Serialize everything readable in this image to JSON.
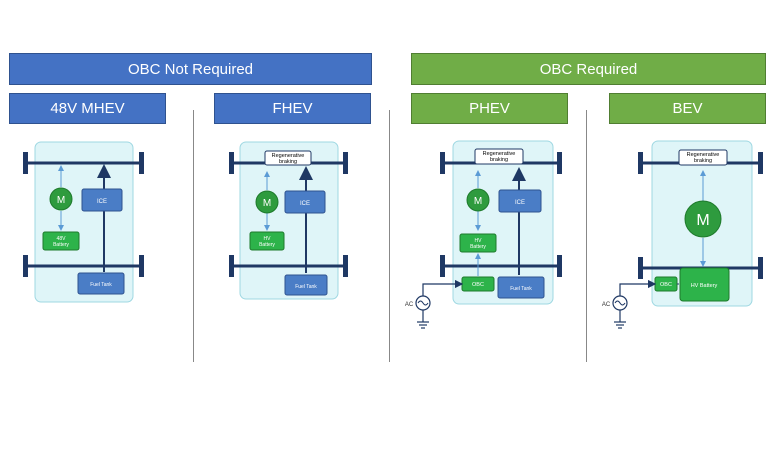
{
  "headers": {
    "obc_not_required": "OBC Not Required",
    "obc_required": "OBC Required"
  },
  "vehicles": {
    "mhev": {
      "title": "48V MHEV",
      "motor": "M",
      "ice": "ICE",
      "battery_line1": "48V",
      "battery_line2": "Battery",
      "fuel_tank": "Fuel Tank"
    },
    "fhev": {
      "title": "FHEV",
      "regen_line1": "Regenerative",
      "regen_line2": "braking",
      "motor": "M",
      "ice": "ICE",
      "battery_line1": "HV",
      "battery_line2": "Battery",
      "fuel_tank": "Fuel Tank"
    },
    "phev": {
      "title": "PHEV",
      "regen_line1": "Regenerative",
      "regen_line2": "braking",
      "motor": "M",
      "ice": "ICE",
      "battery_line1": "HV",
      "battery_line2": "Battery",
      "obc": "OBC",
      "fuel_tank": "Fuel Tank",
      "ac": "AC"
    },
    "bev": {
      "title": "BEV",
      "regen_line1": "Regenerative",
      "regen_line2": "braking",
      "motor": "M",
      "obc": "OBC",
      "battery": "HV Battery",
      "ac": "AC"
    }
  },
  "colors": {
    "blue": "#4472c4",
    "green": "#70ad47",
    "chassis": "#dff5f8",
    "axle": "#1f3864",
    "motor": "#2e9b3e",
    "ice_box": "#4a7dc6",
    "battery_box": "#2db34a"
  }
}
